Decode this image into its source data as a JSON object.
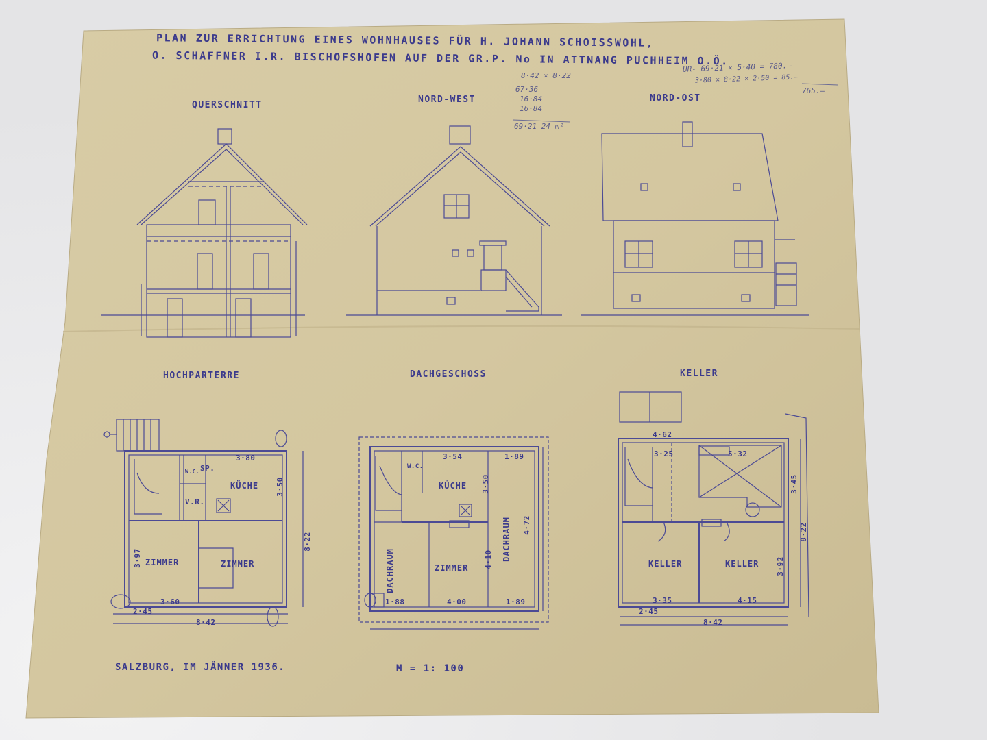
{
  "plan": {
    "title_line1": "PLAN ZUR ERRICHTUNG EINES WOHNHAUSES FÜR H. JOHANN SCHOISSWOHL,",
    "title_line2": "O. SCHAFFNER I.R. BISCHOFSHOFEN AUF DER GR.P. No   IN ATTNANG PUCHHEIM O.Ö.",
    "views": {
      "querschnitt": "QUERSCHNITT",
      "nord_west": "NORD-WEST",
      "nord_ost": "NORD-OST",
      "hochparterre": "HOCHPARTERRE",
      "dachgeschoss": "DACHGESCHOSS",
      "keller": "KELLER"
    },
    "rooms": {
      "kueche_hp": "KÜCHE",
      "zimmer_left": "ZIMMER",
      "zimmer_right": "ZIMMER",
      "vr": "V.R.",
      "sp": "SP.",
      "wc_hp": "W.C.",
      "kueche_dg": "KÜCHE",
      "zimmer_dg": "ZIMMER",
      "dachraum_left": "DACHRAUM",
      "dachraum_right": "DACHRAUM",
      "wc_dg": "W.C.",
      "keller_left": "KELLER",
      "keller_right": "KELLER"
    },
    "dimensions": {
      "hp_top": "3·80",
      "hp_height": "8·22",
      "hp_bottom_left": "3·60",
      "hp_total": "8·42",
      "hp_sub": "2·45",
      "hp_kueche_h": "3·50",
      "hp_zimmer_h": "3·97",
      "dg_top": "3·54",
      "dg_top_right": "1·89",
      "dg_mid": "4·00",
      "dg_left": "1·88",
      "dg_right": "1·89",
      "dg_height": "4·72",
      "dg_kueche_h": "3·50",
      "dg_zimmer_h": "4·10",
      "k_top": "4·62",
      "k_inner": "5·32",
      "k_left": "3·25",
      "k_bottom_left": "3·35",
      "k_bottom_right": "4·15",
      "k_total": "8·42",
      "k_sub": "2·45",
      "k_height": "8·22",
      "k_side": "3·92",
      "k_side2": "3·45"
    },
    "pencil_notes": {
      "n1": "8·42 × 8·22",
      "n2": "67·36",
      "n3": "16·84",
      "n4": "16·84",
      "n5": "69·21 24 m²",
      "n6": "UR- 69·21 × 5·40 = 780.—",
      "n7": "3·80 × 8·22 × 2·50 = 85.—",
      "n8": "765.—"
    },
    "place_date": "SALZBURG, IM JÄNNER 1936.",
    "scale": "M = 1: 100"
  }
}
